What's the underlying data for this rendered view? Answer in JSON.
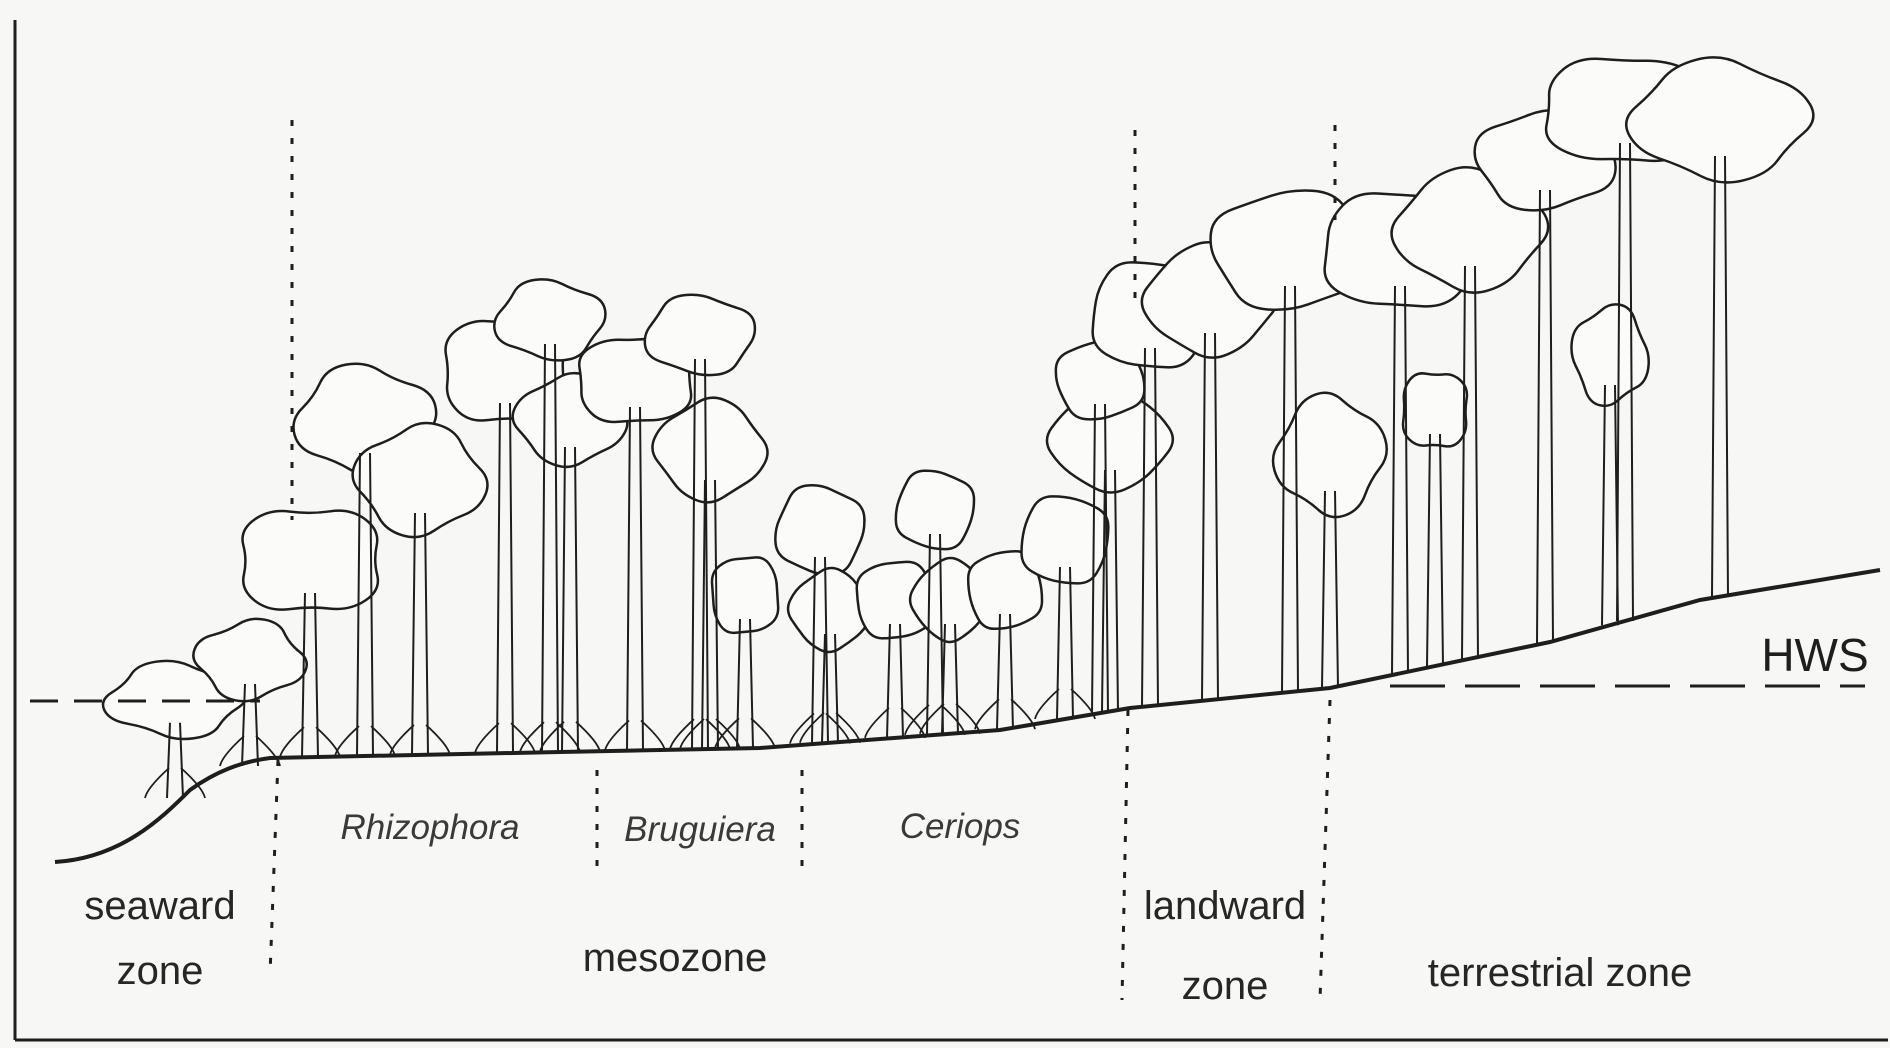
{
  "labels": {
    "hws": "HWS",
    "genus_rhizophora": "Rhizophora",
    "genus_bruguiera": "Bruguiera",
    "genus_ceriops": "Ceriops",
    "zone_seaward_line1": "seaward",
    "zone_seaward_line2": "zone",
    "zone_meso": "mesozone",
    "zone_landward_line1": "landward",
    "zone_landward_line2": "zone",
    "zone_terrestrial": "terrestrial zone"
  },
  "colors": {
    "ink": "#1e1e1e",
    "paper": "#f7f7f5"
  }
}
